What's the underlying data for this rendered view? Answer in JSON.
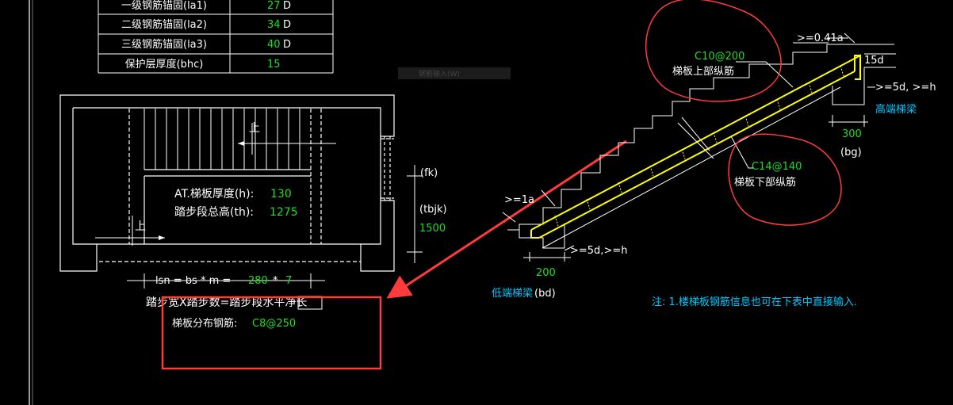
{
  "anchor_table": {
    "rows": [
      {
        "label": "一级钢筋锚固(la1)",
        "value": "27",
        "unit": "D"
      },
      {
        "label": "二级钢筋锚固(la2)",
        "value": "34",
        "unit": "D"
      },
      {
        "label": "三级钢筋锚固(la3)",
        "value": "40",
        "unit": "D"
      },
      {
        "label": "保护层厚度(bhc)",
        "value": "15",
        "unit": ""
      }
    ]
  },
  "tooltip": "钢筋输入(W)",
  "plan": {
    "up_label_top": "上",
    "up_label_bottom": "上",
    "thickness_label": "AT.梯板厚度(h):",
    "thickness_value": "130",
    "height_label": "踏步段总高(th):",
    "height_value": "1275",
    "fk_label": "(fk)",
    "tbjk_label": "(tbjk)",
    "tbjk_value": "1500",
    "lsn_formula": "lsn = bs * m =",
    "bs_value": "280",
    "times": "*",
    "m_value": "7",
    "explain_text": "踏步宽X踏步数=踏步段水平净长",
    "dist_rebar_label": "梯板分布钢筋:",
    "dist_rebar_value": "C8@250"
  },
  "section": {
    "top_rebar_value": "C10@200",
    "top_rebar_label": "梯板上部纵筋",
    "bottom_rebar_value": "C14@140",
    "bottom_rebar_label": "梯板下部纵筋",
    "top_anchor": ">=0.41a",
    "hook_15d": "15d",
    "high_anchor": ">=5d, >=h",
    "high_beam": "高端梯梁",
    "bg_value": "300",
    "bg_label": "(bg)",
    "low_anchor_left": ">=1a",
    "low_anchor_bottom": ">=5d,>=h",
    "bd_value": "200",
    "low_beam": "低端梯梁",
    "bd_label": "(bd)",
    "note": "注: 1.楼梯板钢筋信息也可在下表中直接输入."
  },
  "colors": {
    "white": "#ffffff",
    "green": "#22dd22",
    "yellow": "#ffff00",
    "cyan": "#00c8ff",
    "red": "#ff3b3b"
  }
}
